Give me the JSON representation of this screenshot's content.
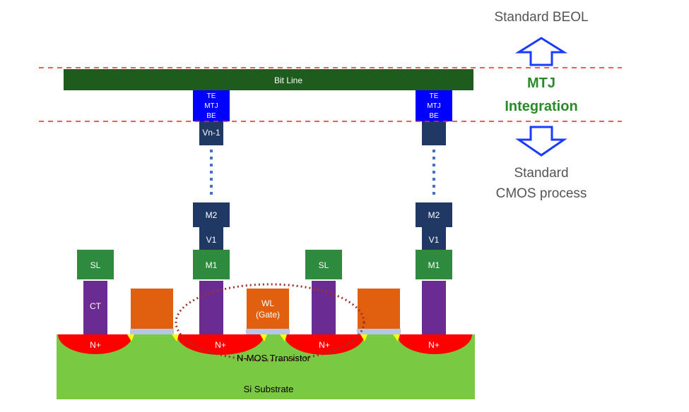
{
  "colors": {
    "substrate": "#7ac943",
    "bitline": "#1e5c1e",
    "mtj": "#0000ff",
    "via": "#1f3864",
    "metal_green": "#2e8b3e",
    "contact": "#6a2c91",
    "gate": "#e06010",
    "nplus": "#ff0000",
    "dashed_line": "#ff2020",
    "arrow": "#1a3cff",
    "dotted_ellipse": "#a03030",
    "dotted_via": "#4472c4",
    "mtj_label": "#2a8a2a",
    "side_text": "#555555"
  },
  "labels": {
    "bit_line": "Bit Line",
    "te": "TE",
    "mtj": "MTJ",
    "be": "BE",
    "vn1": "Vn-1",
    "m2": "M2",
    "v1": "V1",
    "m1": "M1",
    "sl": "SL",
    "ct": "CT",
    "wl_line1": "WL",
    "wl_line2": "(Gate)",
    "nplus": "N+",
    "nmos": "N-MOS Transistor",
    "substrate": "Si Substrate"
  },
  "side": {
    "beol": "Standard  BEOL",
    "mtj_line1": "MTJ",
    "mtj_line2": "Integration",
    "cmos_line1": "Standard",
    "cmos_line2": "CMOS process"
  }
}
